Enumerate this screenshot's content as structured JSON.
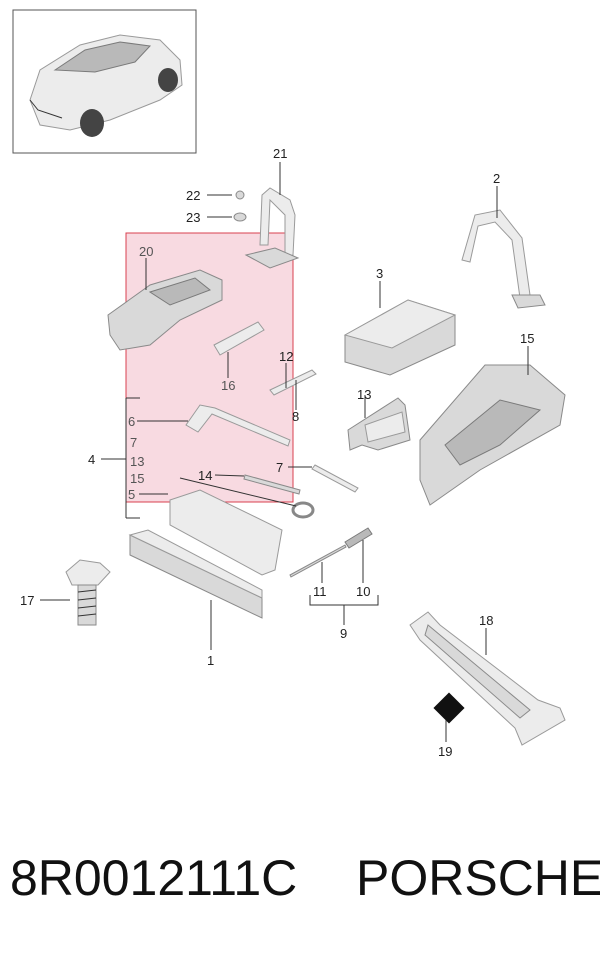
{
  "diagram": {
    "callouts": {
      "c1": "1",
      "c2": "2",
      "c3": "3",
      "c4": "4",
      "c5": "5",
      "c6": "6",
      "c7a": "7",
      "c7b": "7",
      "c8": "8",
      "c9": "9",
      "c10": "10",
      "c11": "11",
      "c12": "12",
      "c13a": "13",
      "c13b": "13",
      "c14": "14",
      "c15a": "15",
      "c15b": "15",
      "c16": "16",
      "c17": "17",
      "c18": "18",
      "c19": "19",
      "c20": "20",
      "c21": "21",
      "c22": "22",
      "c23": "23"
    },
    "highlight_color": "#f7d3dc",
    "highlight_border": "#d9404f"
  },
  "footer": {
    "part_number": "8R0012111C",
    "brand": "PORSCHE"
  }
}
